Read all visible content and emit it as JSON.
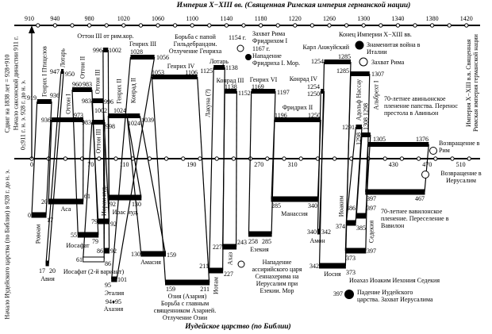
{
  "titles": {
    "top": "Империя X−XIII вв. (Священная Римская империя германской нации)",
    "bottom": "Иудейское царство (по Библии)",
    "left_shift": "Сдвиг на 1838 лет = 928+910",
    "left_zero": "0≤911 г. н. э. 928 г. до н. э.",
    "left_saxon": "Начало саксонской династии 911 г.",
    "left_judah": "Начало Иудейского царства (по Библии) в 928 г. до н. э.",
    "right_empire": "Империя X−XIII в.в. Священная Римская империя германской нации"
  },
  "top_axis": {
    "labels": [
      910,
      940,
      980,
      1020,
      1060,
      1100,
      1140,
      1180,
      1220,
      1260,
      1300,
      1340,
      1380,
      1420
    ]
  },
  "bottom_axis": {
    "labels": [
      0,
      70,
      110,
      190,
      270,
      310,
      430,
      470,
      510
    ]
  },
  "pairs": [
    {
      "top": {
        "name": "Генрих I Птицелов",
        "from": 919,
        "to": 936
      },
      "bottom": {
        "name": "Ровоам",
        "from": 0,
        "to": 17
      }
    },
    {
      "top": {
        "name": "Оттон I",
        "from": 936,
        "to": 973
      },
      "bottom": {
        "name": "Аса",
        "from": 20,
        "to": 61
      }
    },
    {
      "top": {
        "name": "Лотарь",
        "from": 947,
        "to": 950
      },
      "bottom": {
        "name": "Авия",
        "from": 17,
        "to": 20
      }
    },
    {
      "top": {
        "name": "Оттон II",
        "from": 960,
        "to": 983
      },
      "bottom": {
        "name": "Иосафат",
        "from": 55,
        "to": 79
      }
    },
    {
      "top": {
        "name": "Оттон III",
        "from": 983,
        "to": 996
      },
      "bottom": {
        "name": "Иорам иуд.",
        "from": 79,
        "to": 92
      }
    },
    {
      "top": {
        "name": "Оттон III",
        "from": 983,
        "to": 998
      },
      "bottom": {
        "name": "Иосафат (2-й вариант)",
        "from": 61,
        "to": 86
      }
    },
    {
      "top": {
        "name": "Оттон III от рим.кор.",
        "from": 996,
        "to": 1002
      },
      "bottom": {
        "name": "",
        "from": 86,
        "to": 92
      }
    },
    {
      "top": {
        "name": "Генрих II",
        "from": 1002,
        "to": 1024
      },
      "bottom": {
        "name": "Иоас иуд.",
        "from": 92,
        "to": 130
      }
    },
    {
      "top": {
        "name": "Конрад II",
        "from": 1024,
        "to": 1039
      },
      "bottom": {
        "name": "Амасия",
        "from": 130,
        "to": 159
      }
    },
    {
      "top": {
        "name": "Генрих III",
        "from": 1028,
        "to": 1056
      },
      "bottom": {
        "name": "Эталия",
        "from": 95,
        "to": 101
      }
    },
    {
      "top": {
        "name": "Генрих IV",
        "from": 1053,
        "to": 1106
      },
      "bottom": {
        "name": "Озия (Азария)",
        "from": 159,
        "to": 211
      }
    },
    {
      "top": {
        "name": "Лотарь",
        "from": 1125,
        "to": 1138
      },
      "bottom": {
        "name": "Иотам",
        "from": 211,
        "to": 227
      }
    },
    {
      "top": {
        "name": "Конрад III",
        "from": 1138,
        "to": 1152
      },
      "bottom": {
        "name": "Ахаз",
        "from": 227,
        "to": 243
      }
    },
    {
      "top": {
        "name": "Генрих VI",
        "from": 1169,
        "to": 1197
      },
      "bottom": {
        "name": "Езекия",
        "from": 258,
        "to": 285
      }
    },
    {
      "top": {
        "name": "Фридрих II",
        "from": 1196,
        "to": 1250
      },
      "bottom": {
        "name": "Манассия",
        "from": 285,
        "to": 340
      }
    },
    {
      "top": {
        "name": "Конрад IV",
        "from": 1250,
        "to": 1254
      },
      "bottom": {
        "name": "Амон",
        "from": 340,
        "to": 342
      }
    },
    {
      "top": {
        "name": "Карл Анжуйский",
        "from": 1254,
        "to": 1285
      },
      "bottom": {
        "name": "Иосия",
        "from": 342,
        "to": 373
      }
    },
    {
      "top": {
        "name": "",
        "from": 1285,
        "to": 1307
      },
      "bottom": {
        "name": "Иоахаз Иоаким Иехония Седекия",
        "from": 373,
        "to": 397
      }
    },
    {
      "top": {
        "name": "Адольф Нассау",
        "from": 1291,
        "to": 1298
      },
      "bottom": {
        "name": "Иоаким",
        "from": 374,
        "to": 385
      }
    },
    {
      "top": {
        "name": "Альбрехт I",
        "from": 1298,
        "to": 1308
      },
      "bottom": {
        "name": "Седекия",
        "from": 386,
        "to": 397
      }
    },
    {
      "top": {
        "name": "",
        "from": 1305,
        "to": 1376
      },
      "bottom": {
        "name": "",
        "from": 397,
        "to": 467
      }
    }
  ],
  "annotations": {
    "gregory": "Борьба с папой Гильдебрандом. Отлучение Генриха",
    "lacuna": "Лакуна (?)",
    "rome_1154": "1154 г.",
    "rome_capture": "Захват Рима Фридрихом I",
    "attack_1167": "1167 г. Нападение Фридриха I. Мор.",
    "end_empire": "Конец Империи X−XIII вв.",
    "italy_war": "Знаменитая война в Италии",
    "rome_capture2": "Захват Рима",
    "avignon": "70-летнее авиньонское пленение папства. Перенос престола в Авиньон",
    "return_rome": "Возвращение в Рим",
    "return_jerusalem": "Возвращение в Иерусалим",
    "babylon": "70-летнее вавилонское пленение. Переселение в Вавилон",
    "sennacherib": "Нападение ассирийского царя Сеннахерима на Иерусалим при Езекии. Мор",
    "fall_judah": "Падение Иудейского царства. Захват Иерусалима",
    "fall_year": "397",
    "uzziah": "Борьба с главным священником Азарией. Отлучение Озии",
    "ahaziah": "94♦95 Ахазия"
  }
}
